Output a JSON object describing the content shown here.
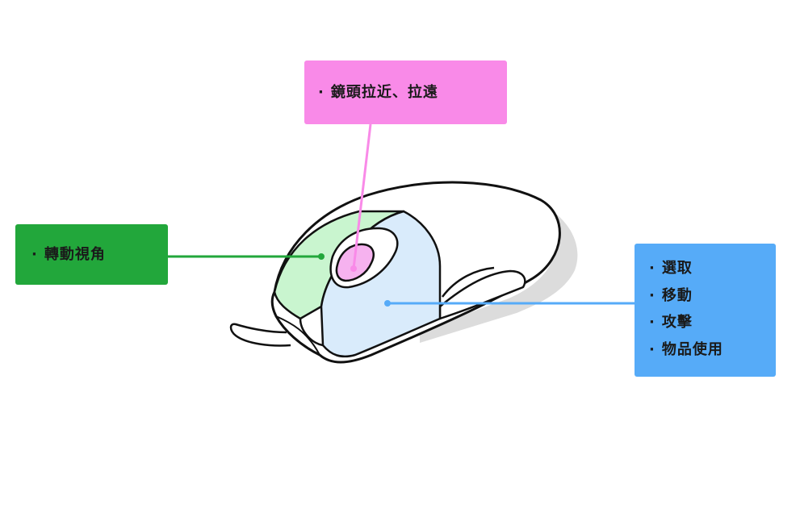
{
  "labels": {
    "middle_button": {
      "color": "#f98ae8",
      "items": [
        "鏡頭拉近、拉遠"
      ]
    },
    "right_button": {
      "color": "#22a73b",
      "items": [
        "轉動視角"
      ]
    },
    "left_button": {
      "color": "#56abf8",
      "items": [
        "選取",
        "移動",
        "攻擊",
        "物品使用"
      ]
    }
  },
  "mouse": {
    "body_color": "#ffffff",
    "outline_color": "#111111",
    "shadow_color": "#dcdcdc",
    "right_button_fill": "#c9f5cf",
    "left_button_fill": "#d9ebfb",
    "wheel_fill": "#f6b2ef"
  }
}
